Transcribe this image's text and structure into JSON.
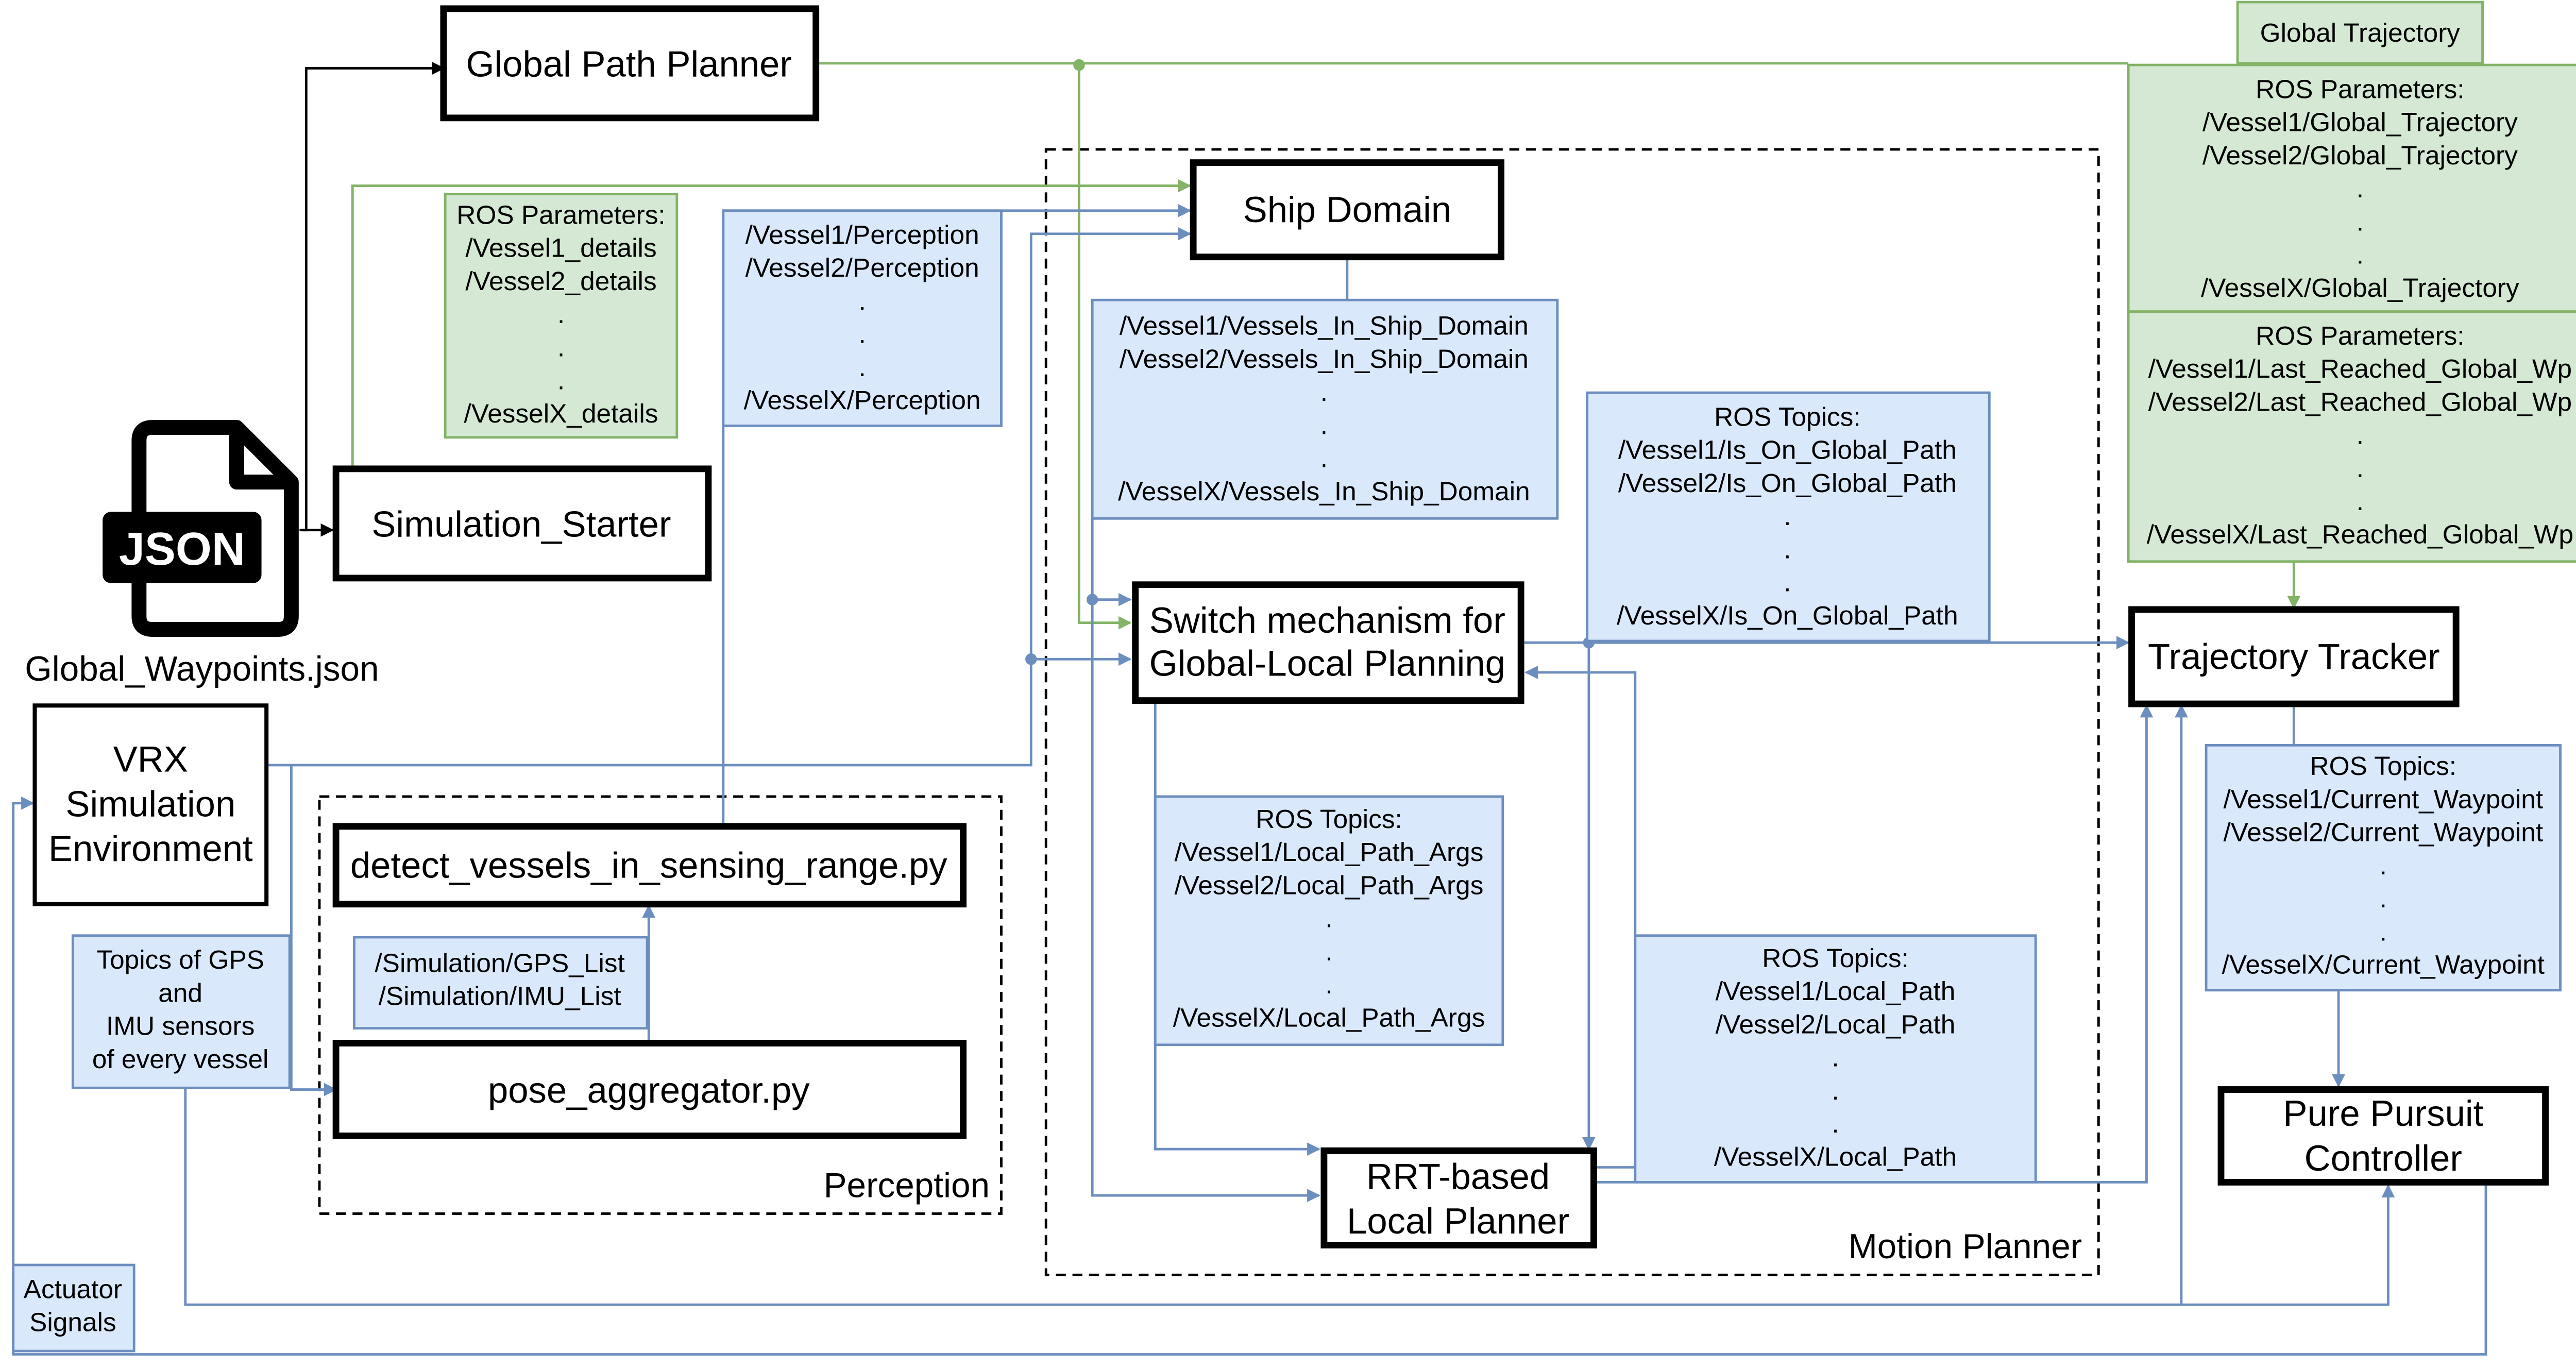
{
  "colors": {
    "black": "#000000",
    "blue_fill": "#dae8fc",
    "blue_stroke": "#6c8ebf",
    "green_fill": "#d5e8d4",
    "green_stroke": "#82b366"
  },
  "nodes": {
    "global_path_planner": "Global Path Planner",
    "simulation_starter": "Simulation_Starter",
    "ship_domain": "Ship Domain",
    "switch_mechanism": [
      "Switch mechanism for",
      "Global-Local Planning"
    ],
    "trajectory_tracker": "Trajectory Tracker",
    "vrx": [
      "VRX",
      "Simulation",
      "Environment"
    ],
    "detect_vessels": "detect_vessels_in_sensing_range.py",
    "pose_aggregator": "pose_aggregator.py",
    "rrt_planner": [
      "RRT-based",
      "Local Planner"
    ],
    "pure_pursuit": [
      "Pure Pursuit",
      "Controller"
    ]
  },
  "groups": {
    "perception": "Perception",
    "motion_planner": "Motion Planner"
  },
  "json_file": {
    "icon_text": "JSON",
    "label": "Global_Waypoints.json"
  },
  "annotations": {
    "global_trajectory_title": "Global Trajectory",
    "global_trajectory_params": [
      "ROS Parameters:",
      "/Vessel1/Global_Trajectory",
      "/Vessel2/Global_Trajectory",
      ".",
      ".",
      ".",
      "/VesselX/Global_Trajectory"
    ],
    "last_reached_params": [
      "ROS Parameters:",
      "/Vessel1/Last_Reached_Global_Wp",
      "/Vessel2/Last_Reached_Global_Wp",
      ".",
      ".",
      ".",
      "/VesselX/Last_Reached_Global_Wp"
    ],
    "vessel_details_params": [
      "ROS Parameters:",
      "/Vessel1_details",
      "/Vessel2_details",
      ".",
      ".",
      ".",
      "/VesselX_details"
    ],
    "perception_topics": [
      "/Vessel1/Perception",
      "/Vessel2/Perception",
      ".",
      ".",
      ".",
      "/VesselX/Perception"
    ],
    "ship_domain_topics": [
      "/Vessel1/Vessels_In_Ship_Domain",
      "/Vessel2/Vessels_In_Ship_Domain",
      ".",
      ".",
      ".",
      "/VesselX/Vessels_In_Ship_Domain"
    ],
    "is_on_global_path_topics": [
      "ROS Topics:",
      "/Vessel1/Is_On_Global_Path",
      "/Vessel2/Is_On_Global_Path",
      ".",
      ".",
      ".",
      "/VesselX/Is_On_Global_Path"
    ],
    "local_path_args_topics": [
      "ROS Topics:",
      "/Vessel1/Local_Path_Args",
      "/Vessel2/Local_Path_Args",
      ".",
      ".",
      ".",
      "/VesselX/Local_Path_Args"
    ],
    "local_path_topics": [
      "ROS Topics:",
      "/Vessel1/Local_Path",
      "/Vessel2/Local_Path",
      ".",
      ".",
      ".",
      "/VesselX/Local_Path"
    ],
    "current_waypoint_topics": [
      "ROS Topics:",
      "/Vessel1/Current_Waypoint",
      "/Vessel2/Current_Waypoint",
      ".",
      ".",
      ".",
      "/VesselX/Current_Waypoint"
    ],
    "gps_imu_list": [
      "/Simulation/GPS_List",
      "/Simulation/IMU_List"
    ],
    "sensor_topics": [
      "Topics of GPS",
      "and",
      "IMU sensors",
      "of every vessel"
    ],
    "actuator_signals": [
      "Actuator",
      "Signals"
    ]
  }
}
